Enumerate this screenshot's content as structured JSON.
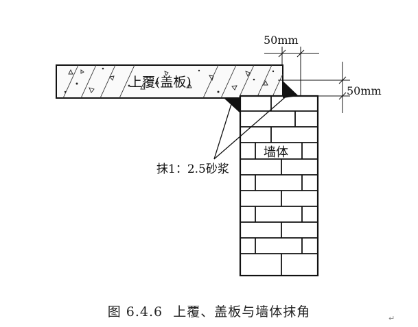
{
  "labels": {
    "slab": "上覆(盖板)",
    "wall": "墙体",
    "mortar": "抹1：2.5砂浆",
    "dim_horizontal": "50mm",
    "dim_vertical": "50mm"
  },
  "caption": {
    "figure_no": "图 6.4.6",
    "title": "上覆、盖板与墙体抹角"
  },
  "return_mark": "↵",
  "colors": {
    "line": "#111111",
    "brick_fill": "#ffffff",
    "mortar": "#111111"
  }
}
